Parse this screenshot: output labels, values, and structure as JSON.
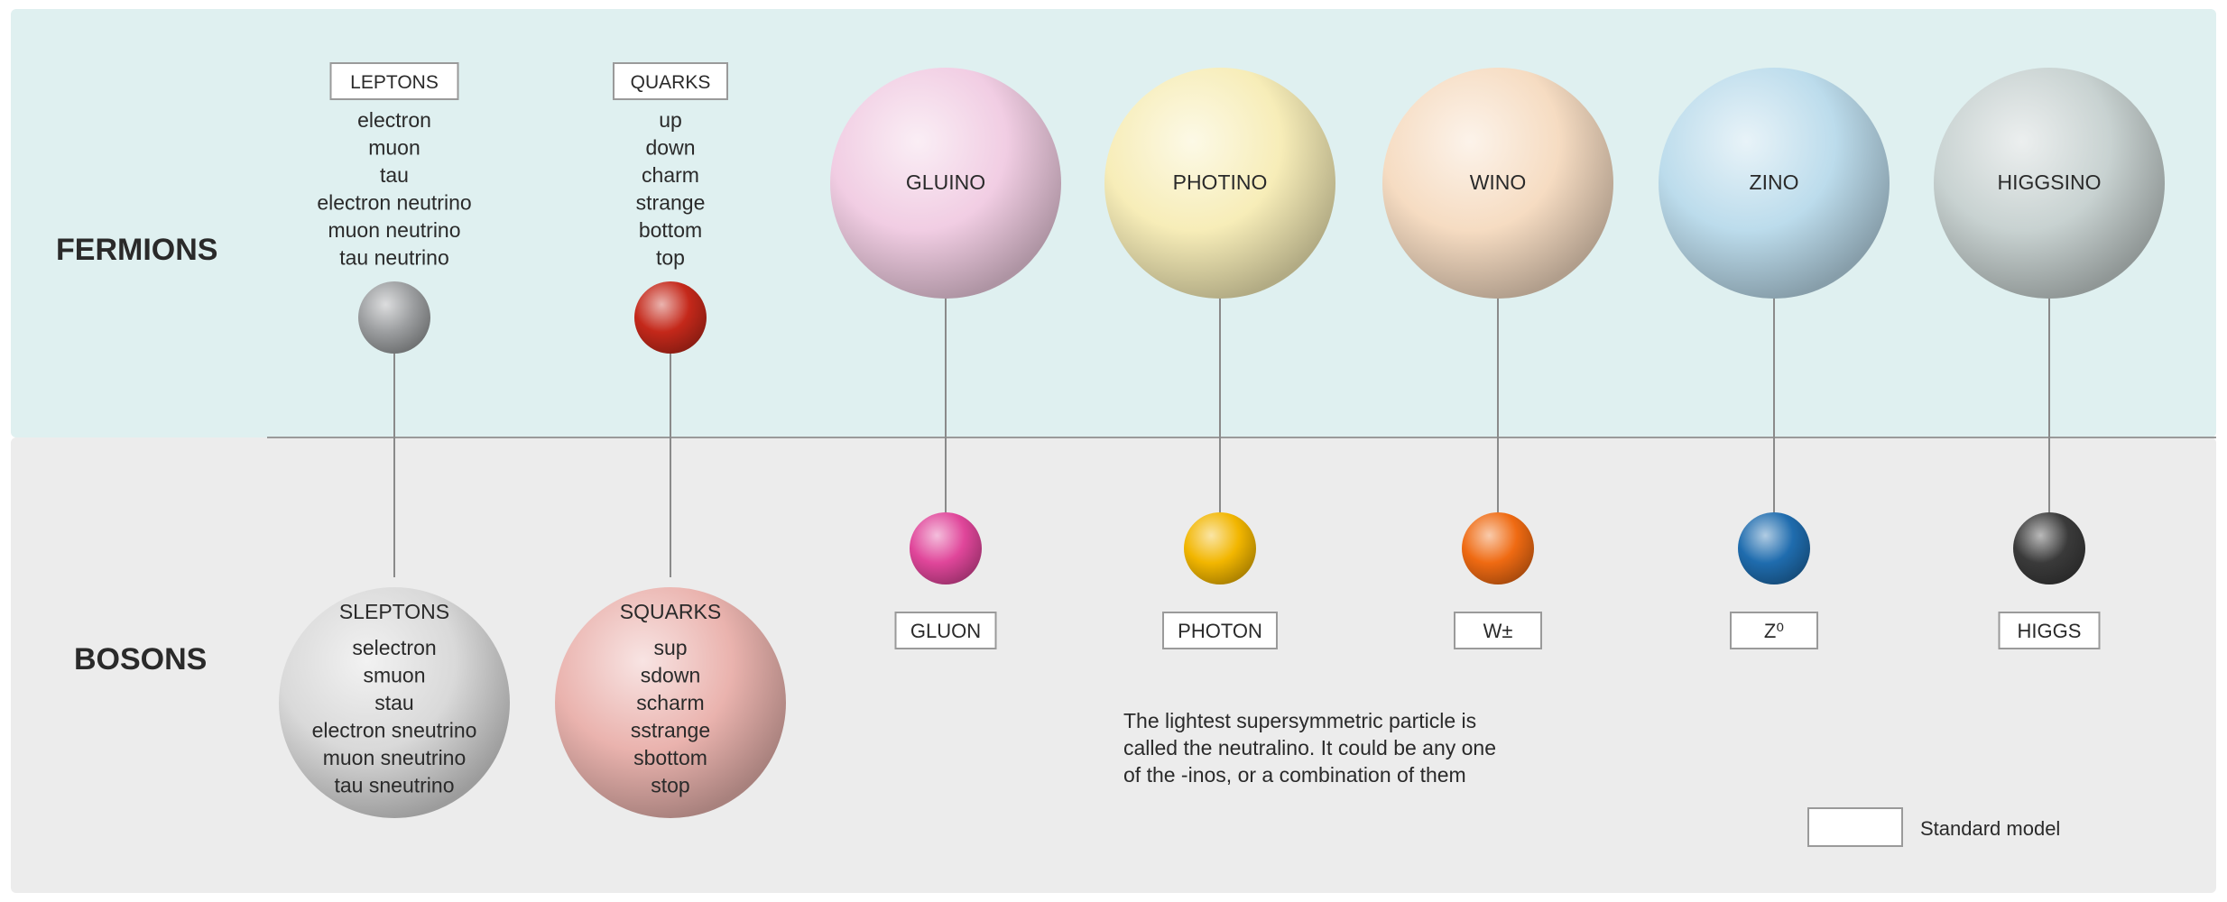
{
  "rows": {
    "fermions_label": "FERMIONS",
    "bosons_label": "BOSONS"
  },
  "colors": {
    "top_background": "#dff0f0",
    "bottom_background": "#ececec",
    "divider": "#9a9a9a",
    "connector": "#8a8a8a",
    "standard_model_box_border": "#9a9a9a"
  },
  "pairs": [
    {
      "id": "leptons",
      "fermion": {
        "name": "LEPTONS",
        "standard_model": true,
        "members": [
          "electron",
          "muon",
          "tau",
          "electron neutrino",
          "muon neutrino",
          "tau neutrino"
        ],
        "sphere_color": "#9c9ea0",
        "sphere_size": "small"
      },
      "boson": {
        "name": "SLEPTONS",
        "standard_model": false,
        "members": [
          "selectron",
          "smuon",
          "stau",
          "electron sneutrino",
          "muon sneutrino",
          "tau sneutrino"
        ],
        "sphere_color": "#d9d9d9",
        "sphere_size": "large"
      }
    },
    {
      "id": "quarks",
      "fermion": {
        "name": "QUARKS",
        "standard_model": true,
        "members": [
          "up",
          "down",
          "charm",
          "strange",
          "bottom",
          "top"
        ],
        "sphere_color": "#c4281a",
        "sphere_size": "small"
      },
      "boson": {
        "name": "SQUARKS",
        "standard_model": false,
        "members": [
          "sup",
          "sdown",
          "scharm",
          "sstrange",
          "sbottom",
          "stop"
        ],
        "sphere_color": "#eab3ae",
        "sphere_size": "large"
      }
    },
    {
      "id": "gluino",
      "fermion": {
        "name": "GLUINO",
        "standard_model": false,
        "sphere_color": "#f1cde3",
        "sphere_size": "large"
      },
      "boson": {
        "name": "GLUON",
        "standard_model": true,
        "sphere_color": "#e0469a",
        "sphere_size": "small"
      }
    },
    {
      "id": "photino",
      "fermion": {
        "name": "PHOTINO",
        "standard_model": false,
        "sphere_color": "#f7edb8",
        "sphere_size": "large"
      },
      "boson": {
        "name": "PHOTON",
        "standard_model": true,
        "sphere_color": "#f2b600",
        "sphere_size": "small"
      }
    },
    {
      "id": "wino",
      "fermion": {
        "name": "WINO",
        "standard_model": false,
        "sphere_color": "#f6dcc2",
        "sphere_size": "large"
      },
      "boson": {
        "name": "W±",
        "standard_model": true,
        "sphere_color": "#ef6a12",
        "sphere_size": "small"
      }
    },
    {
      "id": "zino",
      "fermion": {
        "name": "ZINO",
        "standard_model": false,
        "sphere_color": "#bcdcec",
        "sphere_size": "large"
      },
      "boson": {
        "name": "Z⁰",
        "standard_model": true,
        "sphere_color": "#1f6cae",
        "sphere_size": "small"
      }
    },
    {
      "id": "higgsino",
      "fermion": {
        "name": "HIGGSINO",
        "standard_model": false,
        "sphere_color": "#c8d2d1",
        "sphere_size": "large"
      },
      "boson": {
        "name": "HIGGS",
        "standard_model": true,
        "sphere_color": "#3a3a3a",
        "sphere_size": "small"
      }
    }
  ],
  "note": {
    "lines": [
      "The lightest supersymmetric particle is",
      "called the neutralino. It could be any one",
      "of the -inos, or a combination of them"
    ]
  },
  "legend": {
    "label": "Standard model"
  }
}
